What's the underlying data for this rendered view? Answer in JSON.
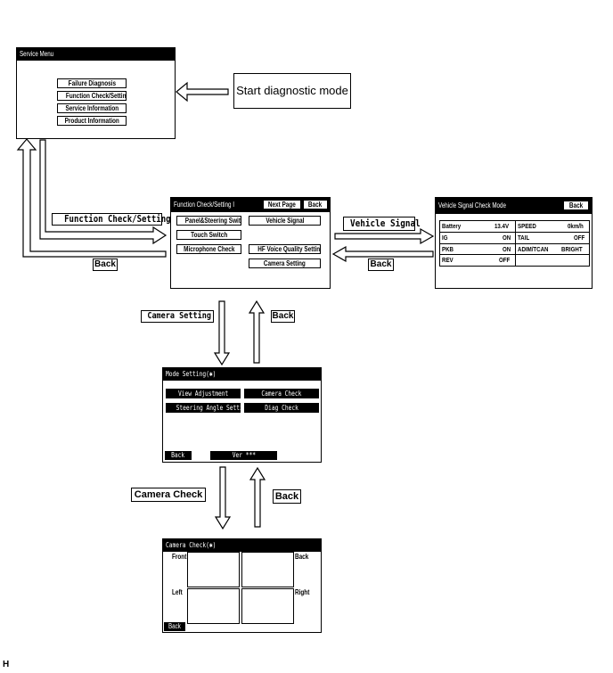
{
  "service_menu": {
    "title": "Service Menu",
    "buttons": [
      "Failure Diagnosis",
      "Function Check/Setting",
      "Service Information",
      "Product Information"
    ]
  },
  "start_box": {
    "label": "Start diagnostic mode"
  },
  "function_check": {
    "title": "Function Check/Setting Ⅰ",
    "next_page": "Next Page",
    "back": "Back",
    "left_buttons": [
      "Panel&Steering Switch",
      "Touch Switch",
      "Microphone Check"
    ],
    "right_buttons": [
      "Vehicle Signal",
      "HF Voice Quality Setting",
      "Camera Setting"
    ]
  },
  "vehicle_signal": {
    "title": "Vehicle Signal Check Mode",
    "back": "Back",
    "rows": [
      {
        "l_name": "Battery",
        "l_val": "13.4V",
        "r_name": "SPEED",
        "r_val": "0km/h"
      },
      {
        "l_name": "IG",
        "l_val": "ON",
        "r_name": "TAIL",
        "r_val": "OFF"
      },
      {
        "l_name": "PKB",
        "l_val": "ON",
        "r_name": "ADIM/TCAN",
        "r_val": "BRIGHT"
      },
      {
        "l_name": "REV",
        "l_val": "OFF",
        "r_name": "",
        "r_val": ""
      }
    ]
  },
  "mode_setting": {
    "title": "Mode Setting(✱)",
    "buttons": [
      "View Adjustment",
      "Camera Check",
      "Steering Angle Setting",
      "Diag Check"
    ],
    "back": "Back",
    "version": "Ver ***"
  },
  "camera_check": {
    "title": "Camera Check(✱)",
    "front": "Front",
    "back_label": "Back",
    "left": "Left",
    "right": "Right",
    "back_button": "Back"
  },
  "flow_labels": {
    "function_check_setting": "Function Check/Setting",
    "back_left": "Back",
    "vehicle_signal": "Vehicle Signal",
    "back_right": "Back",
    "camera_setting": "Camera Setting",
    "back_mid": "Back",
    "camera_check": "Camera Check",
    "back_bottom": "Back"
  },
  "corner_letter": "H"
}
